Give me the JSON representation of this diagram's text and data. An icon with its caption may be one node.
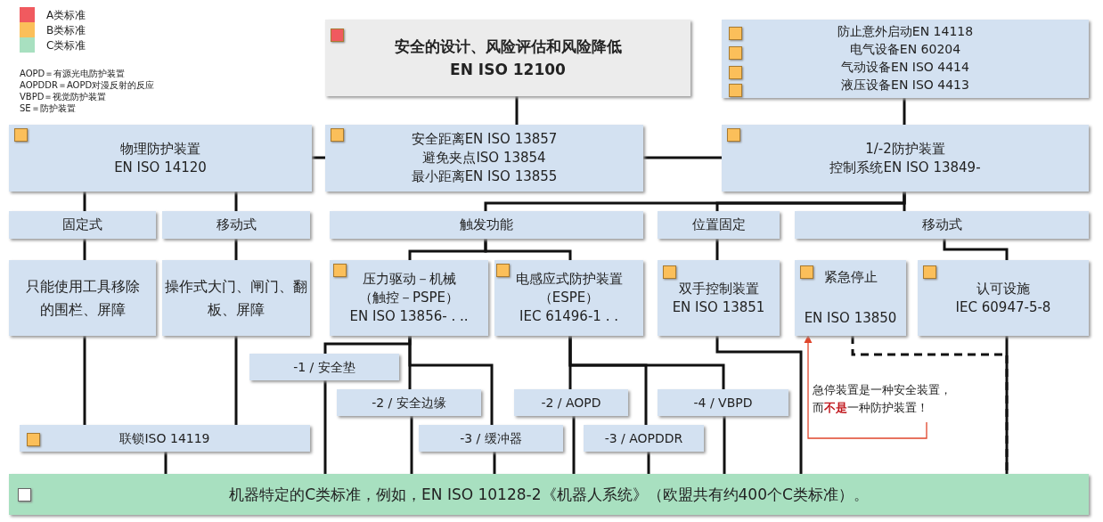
{
  "diagram": {
    "nodes": [
      {
        "text": [
          "安全的设计、风险评估和风险降低",
          "EN ISO 12100"
        ]
      },
      {
        "text": [
          "防止意外启动EN 14118",
          "电气设备EN 60204",
          "气动设备EN ISO 4414",
          "液压设备EN ISO 4413"
        ]
      },
      {
        "text": [
          "物理防护装置",
          "EN ISO 14120"
        ]
      },
      {
        "text": [
          "安全距离EN ISO 13857",
          "避免夹点ISO 13854",
          "最小距离EN ISO 13855"
        ]
      },
      {
        "text": [
          "1/-2防护装置",
          "控制系统EN ISO 13849-"
        ]
      },
      {
        "text": [
          "固定式"
        ]
      },
      {
        "text": [
          "移动式"
        ]
      },
      {
        "text": [
          "触发功能"
        ]
      },
      {
        "text": [
          "位置固定"
        ]
      },
      {
        "text": [
          "移动式"
        ]
      },
      {
        "text": [
          "只能使用工具移除的围栏、屏障"
        ]
      },
      {
        "text": [
          "操作式大门、闸门、翻板、屏障"
        ]
      },
      {
        "text": [
          "压力驱动－机械",
          "（触控－PSPE）",
          "EN ISO 13856- . .."
        ]
      },
      {
        "text": [
          "电感应式防护装置",
          "（ESPE）",
          "IEC 61496-1 . ."
        ]
      },
      {
        "text": [
          "双手控制装置",
          "EN ISO 13851"
        ]
      },
      {
        "text": [
          "紧急停止",
          "EN ISO 13850"
        ]
      },
      {
        "text": [
          "认可设施",
          "IEC 60947-5-8"
        ]
      },
      {
        "text": [
          "-1 / 安全垫"
        ]
      },
      {
        "text": [
          "-2 / 安全边缘"
        ]
      },
      {
        "text": [
          "-3 / 缓冲器"
        ]
      },
      {
        "text": [
          "-2 / AOPD"
        ]
      },
      {
        "text": [
          "-4 / VBPD"
        ]
      },
      {
        "text": [
          "-3 / AOPDDR"
        ]
      },
      {
        "text": [
          "联锁ISO 14119"
        ]
      },
      {
        "text": [
          "机器特定的C类标准，例如，EN ISO 10128-2《机器人系统》（欧盟共有约400个C类标准）。"
        ]
      },
      {
        "text": [
          "急停装置是一种安全装置，而**不是**一种防护装置！"
        ]
      }
    ],
    "edges": [
      {
        "from": 0,
        "to": 3,
        "arrow": "none"
      },
      {
        "from": 1,
        "to": 4,
        "arrow": "none"
      },
      {
        "from": 2,
        "to": 3,
        "arrow": "none"
      },
      {
        "from": 3,
        "to": 4,
        "arrow": "none"
      },
      {
        "from": 2,
        "to": 5,
        "arrow": "none"
      },
      {
        "from": 2,
        "to": 6,
        "arrow": "none"
      },
      {
        "from": 4,
        "to": 7,
        "arrow": "none"
      },
      {
        "from": 4,
        "to": 8,
        "arrow": "none"
      },
      {
        "from": 4,
        "to": 9,
        "arrow": "none"
      },
      {
        "from": 5,
        "to": 10,
        "arrow": "none"
      },
      {
        "from": 6,
        "to": 11,
        "arrow": "none"
      },
      {
        "from": 7,
        "to": 12,
        "arrow": "none"
      },
      {
        "from": 7,
        "to": 13,
        "arrow": "none"
      },
      {
        "from": 8,
        "to": 14,
        "arrow": "none"
      },
      {
        "from": 9,
        "to": 16,
        "arrow": "none"
      },
      {
        "from": 10,
        "to": 23,
        "arrow": "none"
      },
      {
        "from": 11,
        "to": 23,
        "arrow": "none"
      },
      {
        "from": 12,
        "to": 17,
        "arrow": "none"
      },
      {
        "from": 12,
        "to": 18,
        "arrow": "none"
      },
      {
        "from": 12,
        "to": 19,
        "arrow": "none"
      },
      {
        "from": 13,
        "to": 20,
        "arrow": "none"
      },
      {
        "from": 13,
        "to": 22,
        "arrow": "none"
      },
      {
        "from": 13,
        "to": 21,
        "arrow": "none"
      },
      {
        "from": 23,
        "to": 24,
        "arrow": "none"
      },
      {
        "from": 17,
        "to": 24,
        "arrow": "none"
      },
      {
        "from": 18,
        "to": 24,
        "arrow": "none"
      },
      {
        "from": 19,
        "to": 24,
        "arrow": "none"
      },
      {
        "from": 20,
        "to": 24,
        "arrow": "none"
      },
      {
        "from": 22,
        "to": 24,
        "arrow": "none"
      },
      {
        "from": 21,
        "to": 24,
        "arrow": "none"
      },
      {
        "from": 14,
        "to": 24,
        "arrow": "none"
      },
      {
        "from": 16,
        "to": 24,
        "arrow": "none"
      },
      {
        "from": 15,
        "to": 24,
        "arrow": "none",
        "style": "dashed"
      },
      {
        "from": 25,
        "to": 15,
        "arrow": "to",
        "color": "#e0452b"
      }
    ],
    "labels": [
      "AOPD＝有源光电防护装置",
      "AOPDDR＝AOPD对漫反射的反应",
      "VBPD＝视觉防护装置",
      "SE＝防护装置"
    ],
    "legend": [
      {
        "text": "A类标准",
        "color": "#f05a5f"
      },
      {
        "text": "B类标准",
        "color": "#fbbf5a"
      },
      {
        "text": "C类标准",
        "color": "#a8e0c0"
      }
    ]
  }
}
